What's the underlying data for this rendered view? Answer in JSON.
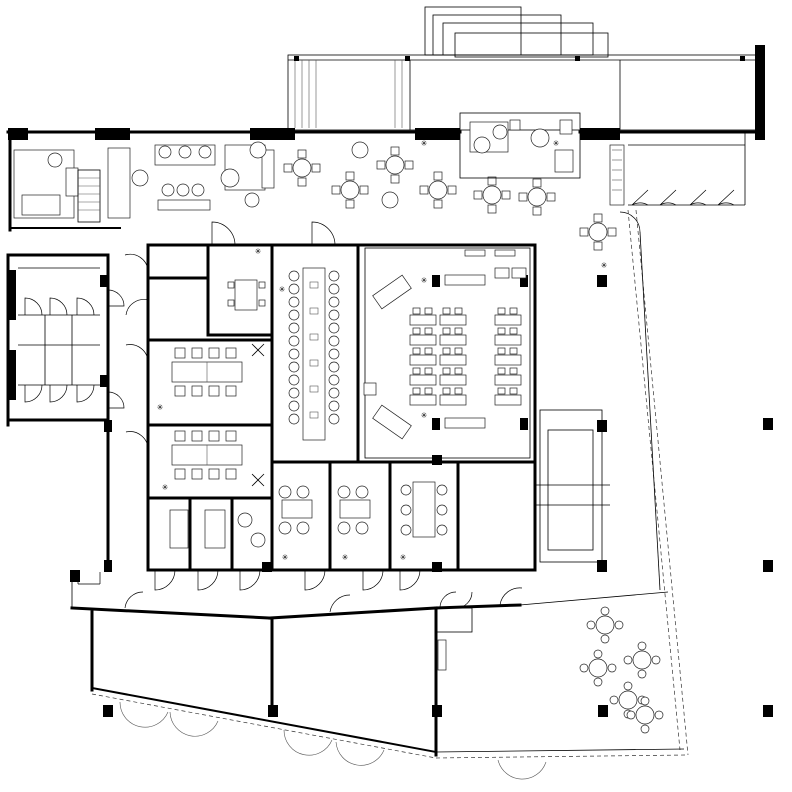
{
  "drawing": {
    "wall_color": "#000000",
    "background": "#ffffff",
    "marker_symbol": "✳"
  },
  "rooms": {
    "training_rows": 5,
    "meeting_tables": [
      {
        "chairs_per_side": 4
      },
      {
        "chairs_per_side": 4
      }
    ],
    "boardroom_table_segments": 6
  }
}
